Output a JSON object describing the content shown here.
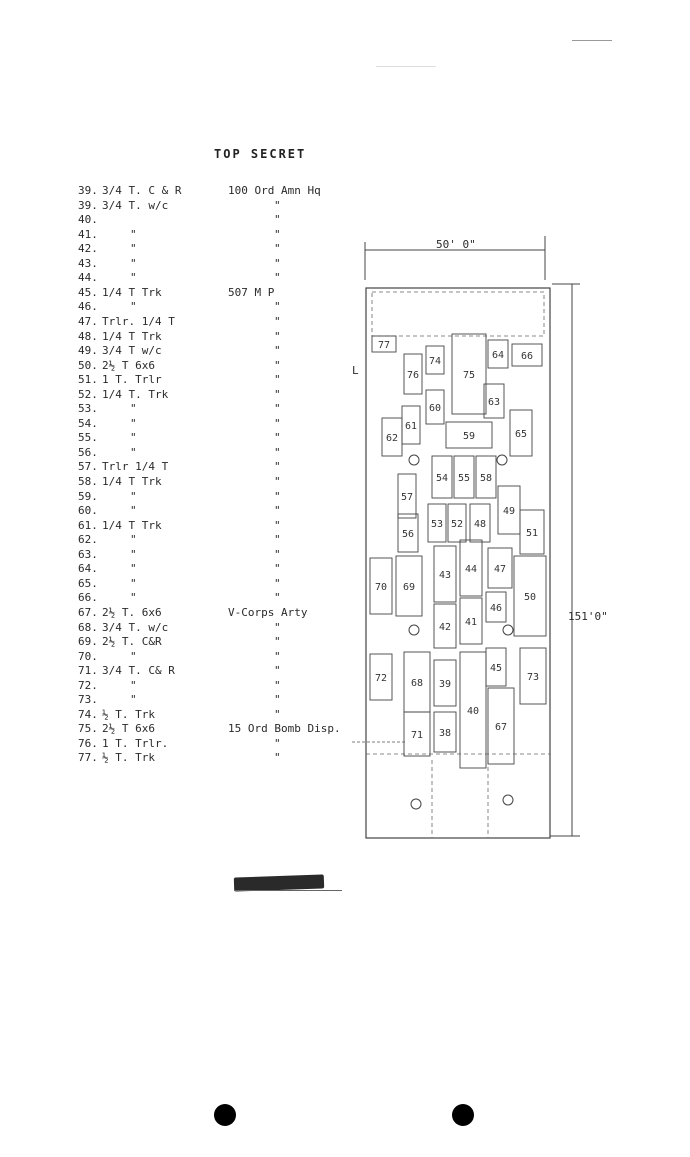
{
  "stamp": "TOP SECRET",
  "rows": [
    {
      "num": "39.",
      "vehicle": "3/4 T. C & R",
      "unit": "100 Ord Amn Hq"
    },
    {
      "num": "39.",
      "vehicle": "3/4 T. w/c",
      "unit": "\""
    },
    {
      "num": "40.",
      "vehicle": "",
      "unit": "\""
    },
    {
      "num": "41.",
      "vehicle": "\"",
      "unit": "\""
    },
    {
      "num": "42.",
      "vehicle": "\"",
      "unit": "\""
    },
    {
      "num": "43.",
      "vehicle": "\"",
      "unit": "\""
    },
    {
      "num": "44.",
      "vehicle": "\"",
      "unit": "\""
    },
    {
      "num": "45.",
      "vehicle": "1/4 T Trk",
      "unit": "507 M P"
    },
    {
      "num": "46.",
      "vehicle": "\"",
      "unit": "\""
    },
    {
      "num": "47.",
      "vehicle": "Trlr. 1/4 T",
      "unit": "\""
    },
    {
      "num": "48.",
      "vehicle": "1/4 T Trk",
      "unit": "\""
    },
    {
      "num": "49.",
      "vehicle": "3/4 T w/c",
      "unit": "\""
    },
    {
      "num": "50.",
      "vehicle": "2½ T 6x6",
      "unit": "\""
    },
    {
      "num": "51.",
      "vehicle": "1 T. Trlr",
      "unit": "\""
    },
    {
      "num": "52.",
      "vehicle": "1/4 T. Trk",
      "unit": "\""
    },
    {
      "num": "53.",
      "vehicle": "\"",
      "unit": "\""
    },
    {
      "num": "54.",
      "vehicle": "\"",
      "unit": "\""
    },
    {
      "num": "55.",
      "vehicle": "\"",
      "unit": "\""
    },
    {
      "num": "56.",
      "vehicle": "\"",
      "unit": "\""
    },
    {
      "num": "57.",
      "vehicle": "Trlr 1/4 T",
      "unit": "\""
    },
    {
      "num": "58.",
      "vehicle": "1/4 T Trk",
      "unit": "\""
    },
    {
      "num": "59.",
      "vehicle": "\"",
      "unit": "\""
    },
    {
      "num": "60.",
      "vehicle": "\"",
      "unit": "\""
    },
    {
      "num": "61.",
      "vehicle": "1/4 T Trk",
      "unit": "\""
    },
    {
      "num": "62.",
      "vehicle": "\"",
      "unit": "\""
    },
    {
      "num": "63.",
      "vehicle": "\"",
      "unit": "\""
    },
    {
      "num": "64.",
      "vehicle": "\"",
      "unit": "\""
    },
    {
      "num": "65.",
      "vehicle": "\"",
      "unit": "\""
    },
    {
      "num": "66.",
      "vehicle": "\"",
      "unit": "\""
    },
    {
      "num": "67.",
      "vehicle": "2½ T. 6x6",
      "unit": "V-Corps Arty"
    },
    {
      "num": "68.",
      "vehicle": "3/4 T. w/c",
      "unit": "\""
    },
    {
      "num": "69.",
      "vehicle": "2½ T. C&R",
      "unit": "\""
    },
    {
      "num": "70.",
      "vehicle": "\"",
      "unit": "\""
    },
    {
      "num": "71.",
      "vehicle": "3/4 T. C& R",
      "unit": "\""
    },
    {
      "num": "72.",
      "vehicle": "\"",
      "unit": "\""
    },
    {
      "num": "73.",
      "vehicle": "\"",
      "unit": "\""
    },
    {
      "num": "74.",
      "vehicle": "½ T. Trk",
      "unit": "\""
    },
    {
      "num": "75.",
      "vehicle": "2½ T 6x6",
      "unit": "15 Ord Bomb Disp."
    },
    {
      "num": "76.",
      "vehicle": "1 T. Trlr.",
      "unit": "\""
    },
    {
      "num": "77.",
      "vehicle": "½ T. Trk",
      "unit": "\""
    }
  ],
  "diagram": {
    "width_label": "50' 0\"",
    "length_label": "151'0\"",
    "side_mark": "L",
    "slots": [
      "77",
      "75",
      "74",
      "64",
      "66",
      "76",
      "60",
      "63",
      "61",
      "62",
      "59",
      "65",
      "54",
      "55",
      "58",
      "57",
      "49",
      "53",
      "52",
      "48",
      "56",
      "51",
      "70",
      "69",
      "43",
      "44",
      "47",
      "50",
      "46",
      "42",
      "41",
      "72",
      "68",
      "39",
      "45",
      "73",
      "40",
      "67",
      "71",
      "38"
    ]
  }
}
